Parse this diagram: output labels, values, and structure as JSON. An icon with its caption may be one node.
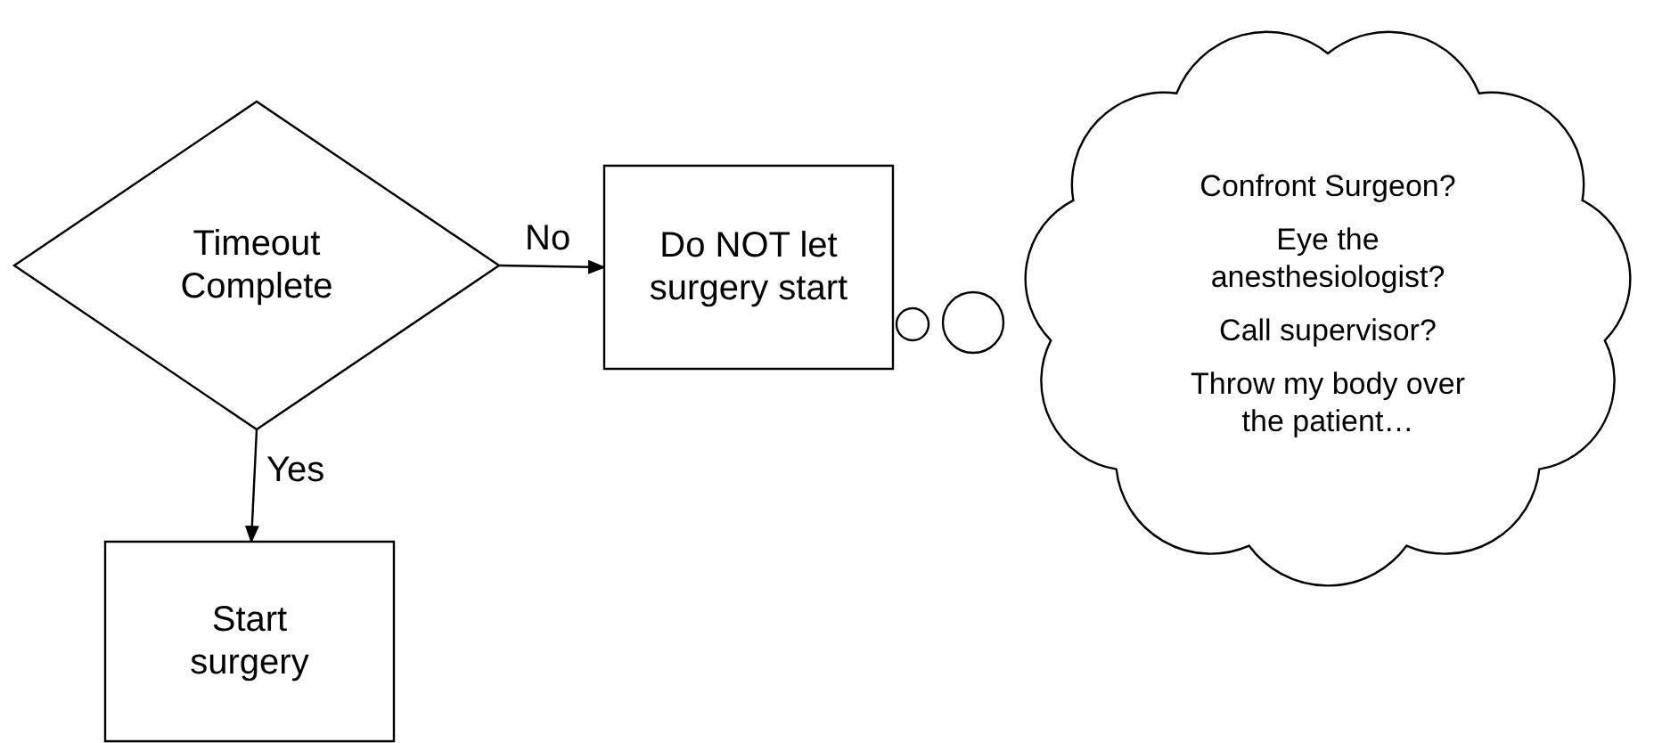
{
  "diagram": {
    "nodes": [
      {
        "text": [
          "Timeout Complete"
        ]
      },
      {
        "text": [
          "Do NOT let surgery start"
        ]
      },
      {
        "text": [
          "Start surgery"
        ]
      },
      {
        "text": [
          "Confront Surgeon?",
          "Eye the anesthesiologist?",
          "Call supervisor?",
          "Throw my body over the patient…"
        ]
      }
    ],
    "edges": [
      {
        "from": 0,
        "to": 1,
        "arrow": "to",
        "label": "No"
      },
      {
        "from": 0,
        "to": 2,
        "arrow": "to",
        "label": "Yes"
      }
    ]
  }
}
